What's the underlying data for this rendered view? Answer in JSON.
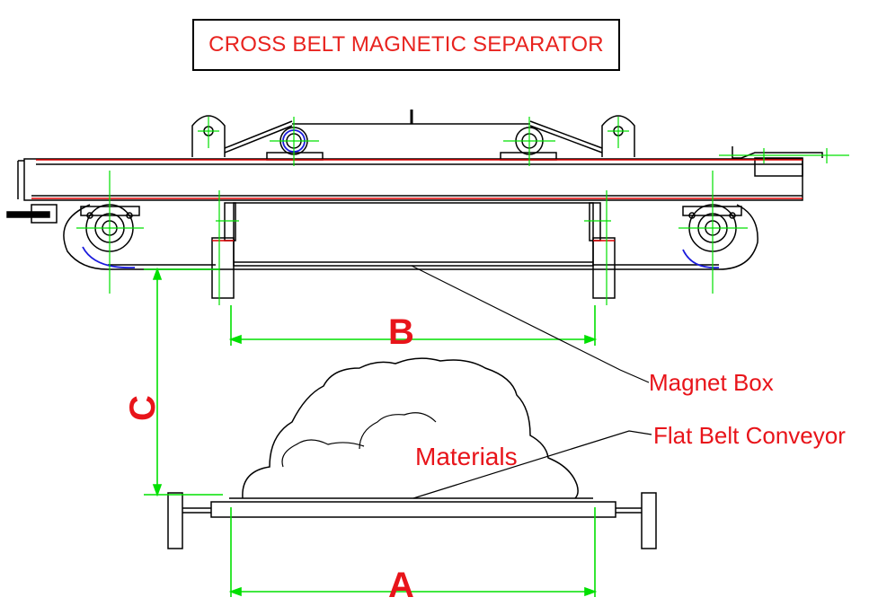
{
  "title": "CROSS BELT MAGNETIC SEPARATOR",
  "labels": {
    "magnet_box": "Magnet Box",
    "flat_belt_conveyor": "Flat Belt Conveyor",
    "materials": "Materials"
  },
  "dimensions": {
    "a": "A",
    "b": "B",
    "c": "C"
  },
  "colors": {
    "outline": "#000000",
    "centerline": "#00e000",
    "label": "#e8141a",
    "red_detail": "#e00000",
    "bearing_blue": "#1a1adc"
  }
}
